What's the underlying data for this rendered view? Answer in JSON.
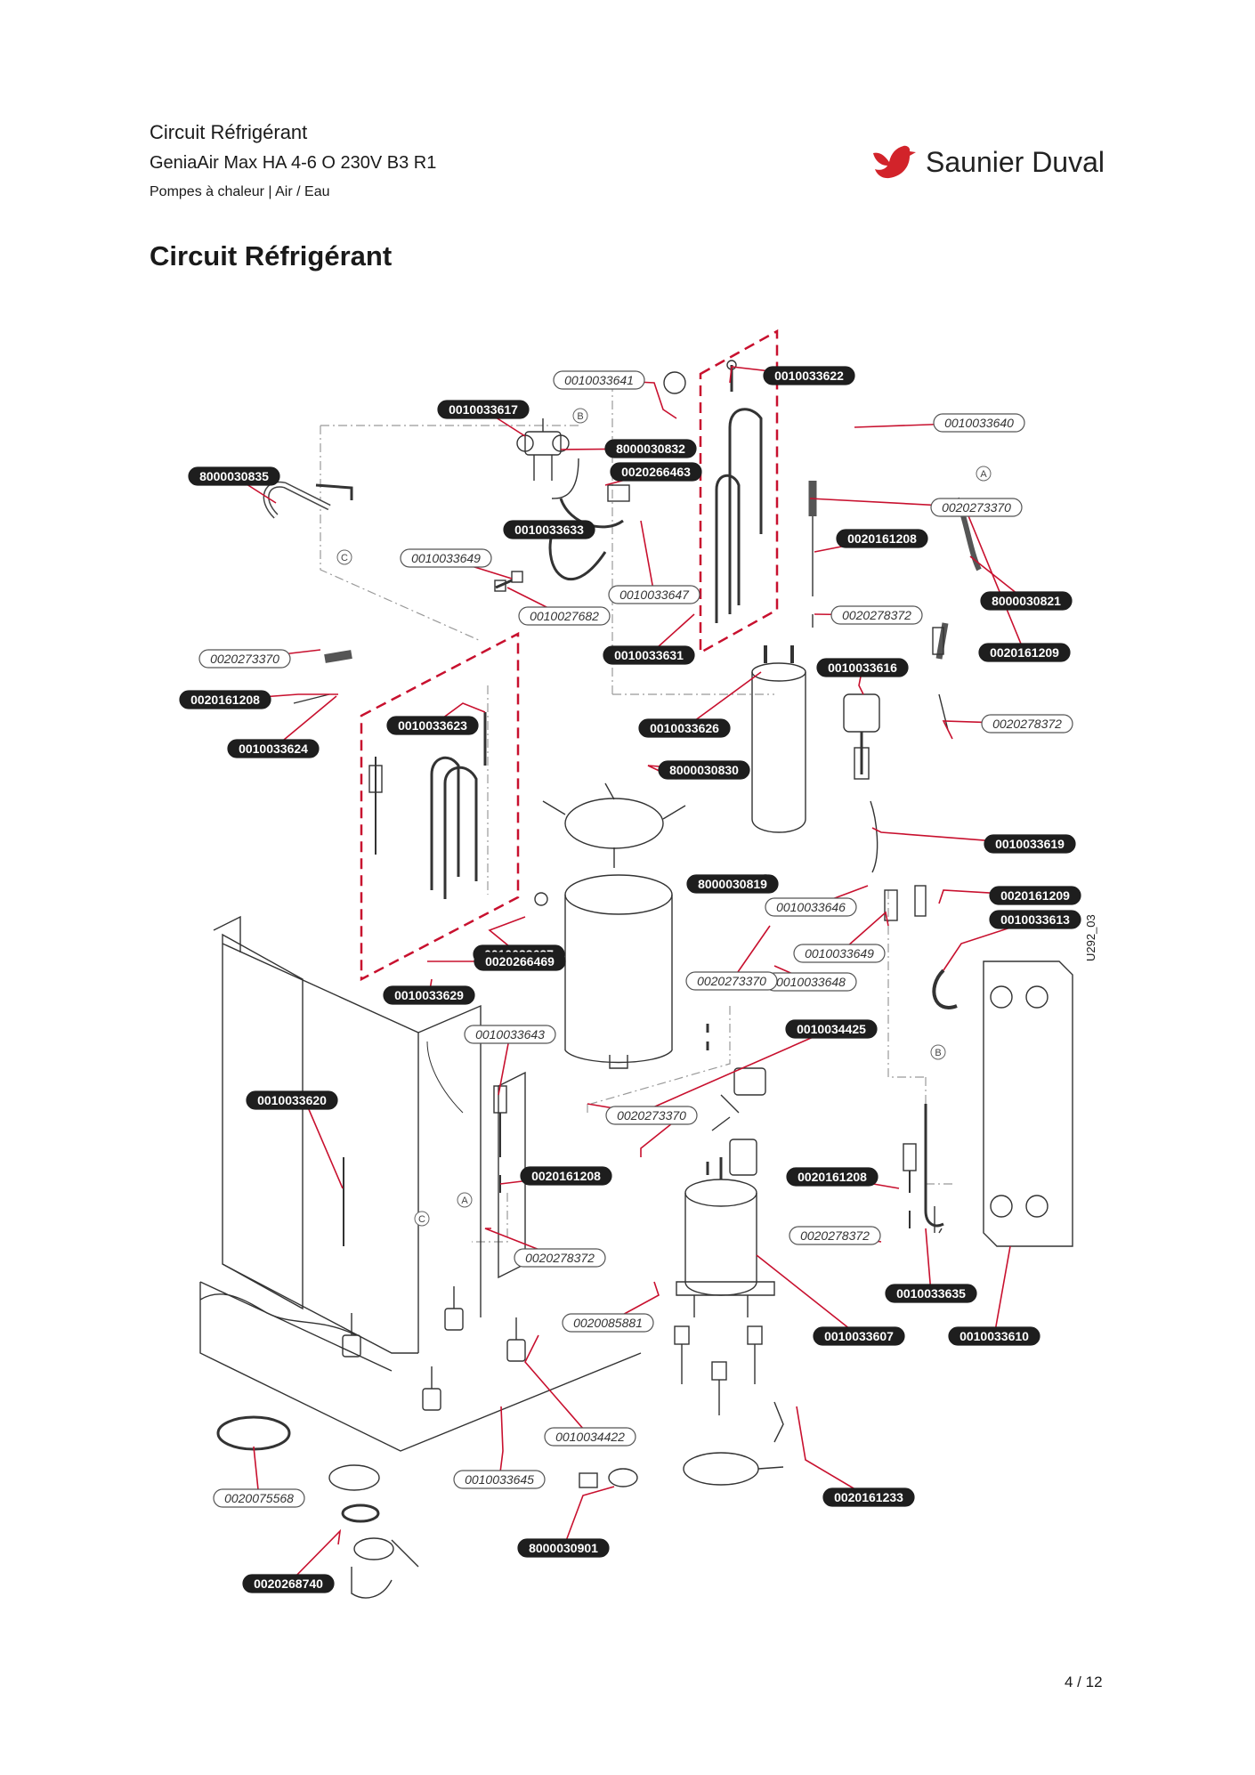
{
  "header": {
    "title": "Circuit Réfrigérant",
    "model": "GeniaAir Max HA 4-6 O 230V B3 R1",
    "category": "Pompes à chaleur | Air / Eau"
  },
  "brand": {
    "name": "Saunier Duval",
    "color": "#d2232a"
  },
  "section_title": "Circuit Réfrigérant",
  "page_number": "4 / 12",
  "drawing_ref": "U292_03",
  "colors": {
    "highlight_dash": "#c8102e",
    "leader": "#c8102e",
    "label_dark": "#1e1e1e"
  },
  "references": [
    "A",
    "B",
    "C"
  ],
  "parts": [
    {
      "id": "0010033641",
      "style": "outline"
    },
    {
      "id": "0010033622",
      "style": "filled"
    },
    {
      "id": "0010033617",
      "style": "filled"
    },
    {
      "id": "0010033640",
      "style": "outline"
    },
    {
      "id": "8000030832",
      "style": "filled"
    },
    {
      "id": "0020266463",
      "style": "filled"
    },
    {
      "id": "8000030835",
      "style": "filled"
    },
    {
      "id": "0020273370",
      "style": "outline"
    },
    {
      "id": "0010033633",
      "style": "filled"
    },
    {
      "id": "0020161208",
      "style": "filled"
    },
    {
      "id": "0010033649",
      "style": "outline"
    },
    {
      "id": "0010033647",
      "style": "outline"
    },
    {
      "id": "8000030821",
      "style": "filled"
    },
    {
      "id": "0010027682",
      "style": "outline"
    },
    {
      "id": "0020278372",
      "style": "outline"
    },
    {
      "id": "0010033631",
      "style": "filled"
    },
    {
      "id": "0020273370",
      "style": "outline"
    },
    {
      "id": "0020161209",
      "style": "filled"
    },
    {
      "id": "0010033616",
      "style": "filled"
    },
    {
      "id": "0020161208",
      "style": "filled"
    },
    {
      "id": "0010033623",
      "style": "filled"
    },
    {
      "id": "0010033626",
      "style": "filled"
    },
    {
      "id": "8000030830",
      "style": "filled"
    },
    {
      "id": "0020278372",
      "style": "outline"
    },
    {
      "id": "0010033624",
      "style": "filled"
    },
    {
      "id": "0010033619",
      "style": "filled"
    },
    {
      "id": "8000030819",
      "style": "filled"
    },
    {
      "id": "0010033646",
      "style": "outline"
    },
    {
      "id": "0020161209",
      "style": "filled"
    },
    {
      "id": "0010033613",
      "style": "filled"
    },
    {
      "id": "0010033637",
      "style": "filled"
    },
    {
      "id": "0010033649",
      "style": "outline"
    },
    {
      "id": "0020266469",
      "style": "filled"
    },
    {
      "id": "0010033648",
      "style": "outline"
    },
    {
      "id": "0010033629",
      "style": "filled"
    },
    {
      "id": "0020273370",
      "style": "outline"
    },
    {
      "id": "0010033643",
      "style": "outline"
    },
    {
      "id": "0010034425",
      "style": "filled"
    },
    {
      "id": "0010033620",
      "style": "filled"
    },
    {
      "id": "0020273370",
      "style": "outline"
    },
    {
      "id": "0020161208",
      "style": "filled"
    },
    {
      "id": "0020161208",
      "style": "filled"
    },
    {
      "id": "0020278372",
      "style": "outline"
    },
    {
      "id": "0020278372",
      "style": "outline"
    },
    {
      "id": "0010033635",
      "style": "filled"
    },
    {
      "id": "0020085881",
      "style": "outline"
    },
    {
      "id": "0010033607",
      "style": "filled"
    },
    {
      "id": "0010033610",
      "style": "filled"
    },
    {
      "id": "0010034422",
      "style": "outline"
    },
    {
      "id": "0010033645",
      "style": "outline"
    },
    {
      "id": "0020161233",
      "style": "filled"
    },
    {
      "id": "0020075568",
      "style": "outline"
    },
    {
      "id": "8000030901",
      "style": "filled"
    },
    {
      "id": "0020268740",
      "style": "filled"
    }
  ]
}
